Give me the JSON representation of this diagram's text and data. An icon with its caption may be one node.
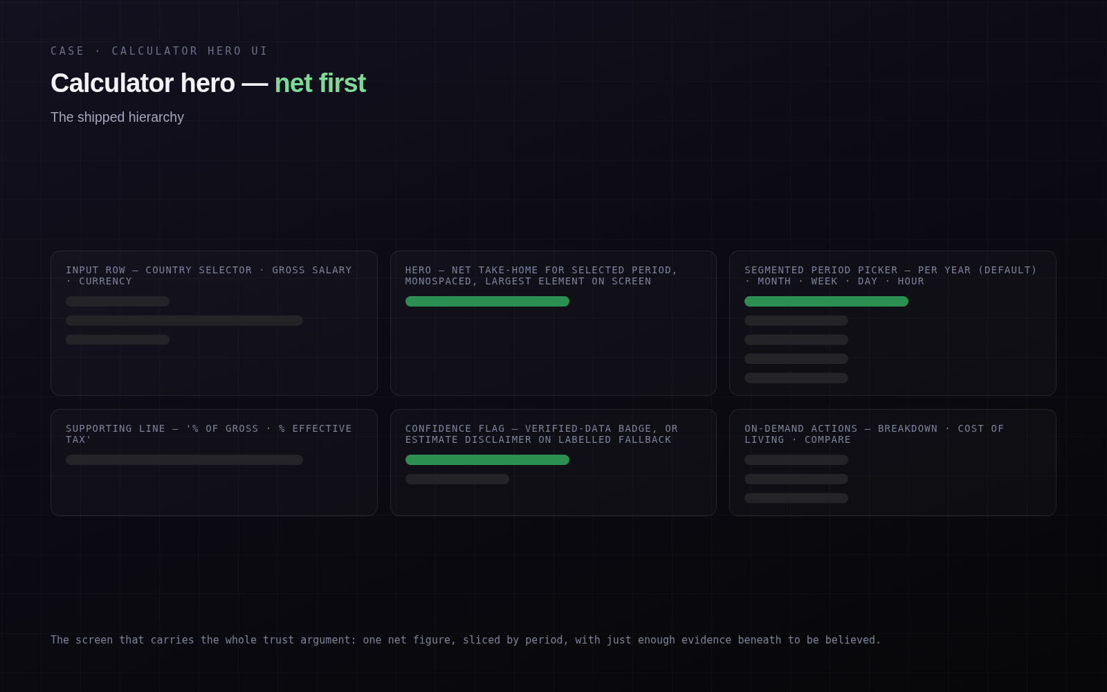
{
  "diagram": {
    "title": "Calculator hero — net first",
    "caption": "The screen that carries the whole trust argument: one net figure, sliced by period, with just enough evidence beneath to be believed.",
    "nodes": [
      {
        "text": [
          "INPUT ROW — COUNTRY SELECTOR · GROSS SALARY · CURRENCY"
        ]
      },
      {
        "text": [
          "HERO — NET TAKE-HOME FOR SELECTED PERIOD, MONOSPACED, LARGEST ELEMENT ON SCREEN"
        ]
      },
      {
        "text": [
          "SEGMENTED PERIOD PICKER — PER YEAR (DEFAULT) · MONTH · WEEK · DAY · HOUR"
        ]
      },
      {
        "text": [
          "SUPPORTING LINE — '% OF GROSS · % EFFECTIVE TAX'"
        ]
      },
      {
        "text": [
          "CONFIDENCE FLAG — VERIFIED-DATA BADGE, OR ESTIMATE DISCLAIMER ON LABELLED FALLBACK"
        ]
      },
      {
        "text": [
          "ON-DEMAND ACTIONS — BREAKDOWN · COST OF LIVING · COMPARE"
        ]
      }
    ],
    "labels": [
      "CASE · CALCULATOR HERO UI",
      "The shipped hierarchy"
    ]
  }
}
